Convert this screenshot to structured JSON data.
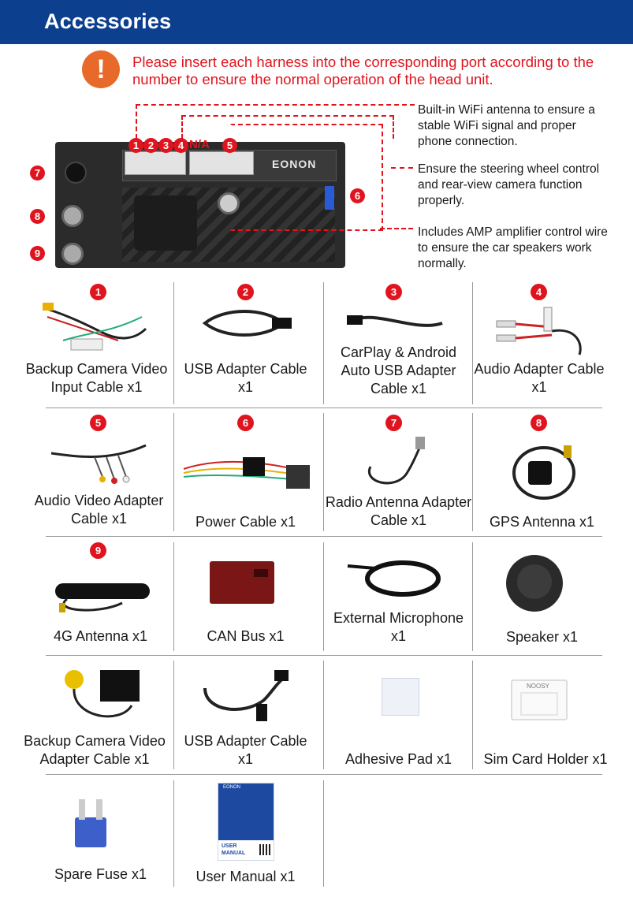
{
  "header": {
    "title": "Accessories"
  },
  "warning": {
    "icon": "exclamation-icon",
    "text": "Please insert each harness into the corresponding port according to the number to ensure the normal operation of the head unit."
  },
  "unit": {
    "brand": "EONON",
    "port_numbers": [
      "1",
      "2",
      "3",
      "4",
      "5",
      "6",
      "7",
      "8",
      "9"
    ],
    "na_label": "N/A"
  },
  "notes": {
    "wifi": "Built-in WiFi antenna to ensure a stable WiFi signal and proper phone connection.",
    "steering": "Ensure the steering wheel control and rear-view camera function properly.",
    "amp": "Includes AMP amplifier control wire to ensure the car speakers work normally."
  },
  "items": [
    {
      "num": "1",
      "caption": "Backup Camera Video Input Cable x1"
    },
    {
      "num": "2",
      "caption": "USB Adapter Cable x1"
    },
    {
      "num": "3",
      "caption": "CarPlay & Android Auto USB Adapter Cable x1"
    },
    {
      "num": "4",
      "caption": "Audio Adapter Cable x1"
    },
    {
      "num": "5",
      "caption": "Audio Video Adapter Cable x1"
    },
    {
      "num": "6",
      "caption": "Power Cable x1"
    },
    {
      "num": "7",
      "caption": "Radio Antenna Adapter Cable x1"
    },
    {
      "num": "8",
      "caption": "GPS Antenna x1"
    },
    {
      "num": "9",
      "caption": "4G Antenna x1"
    },
    {
      "num": "",
      "caption": "CAN Bus x1"
    },
    {
      "num": "",
      "caption": "External Microphone x1"
    },
    {
      "num": "",
      "caption": "Speaker x1"
    },
    {
      "num": "",
      "caption": "Backup Camera Video Adapter Cable x1"
    },
    {
      "num": "",
      "caption": "USB Adapter Cable x1"
    },
    {
      "num": "",
      "caption": "Adhesive Pad x1"
    },
    {
      "num": "",
      "caption": "Sim Card Holder x1"
    },
    {
      "num": "",
      "caption": "Spare Fuse x1"
    },
    {
      "num": "",
      "caption": "User Manual x1"
    }
  ],
  "manual": {
    "brand": "EONON",
    "title_line1": "USER",
    "title_line2": "MANUAL"
  },
  "sim_holder_brand": "NOOSY",
  "colors": {
    "header": "#0d3f8f",
    "accent_red": "#e0141e",
    "warn_orange": "#e86a2a"
  }
}
